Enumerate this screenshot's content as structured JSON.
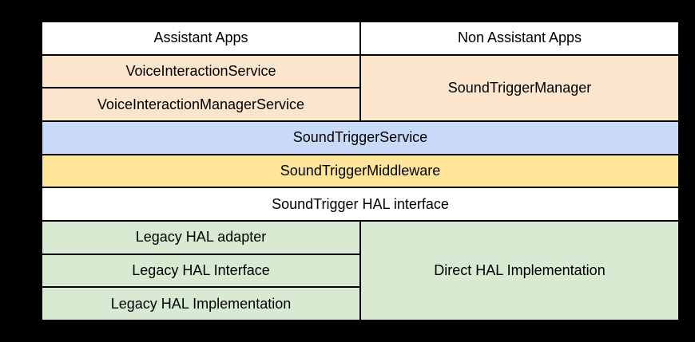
{
  "diagram": {
    "apps": {
      "left": "Assistant Apps",
      "right": "Non Assistant Apps"
    },
    "framework": {
      "left_top": "VoiceInteractionService",
      "left_bottom": "VoiceInteractionManagerService",
      "right": "SoundTriggerManager"
    },
    "service": "SoundTriggerService",
    "middleware": "SoundTriggerMiddleware",
    "hal_interface": "SoundTrigger HAL interface",
    "hal": {
      "legacy": [
        "Legacy HAL adapter",
        "Legacy HAL Interface",
        "Legacy HAL Implementation"
      ],
      "direct": "Direct HAL Implementation"
    },
    "colors": {
      "background": "#000000",
      "border": "#000000",
      "text": "#000000",
      "apps_layer": "#ffffff",
      "framework_layer": "#fce5cd",
      "service_layer": "#c9daf8",
      "middleware_layer": "#ffe599",
      "hal_interface_layer": "#ffffff",
      "hal_layer": "#d9ead3"
    }
  }
}
